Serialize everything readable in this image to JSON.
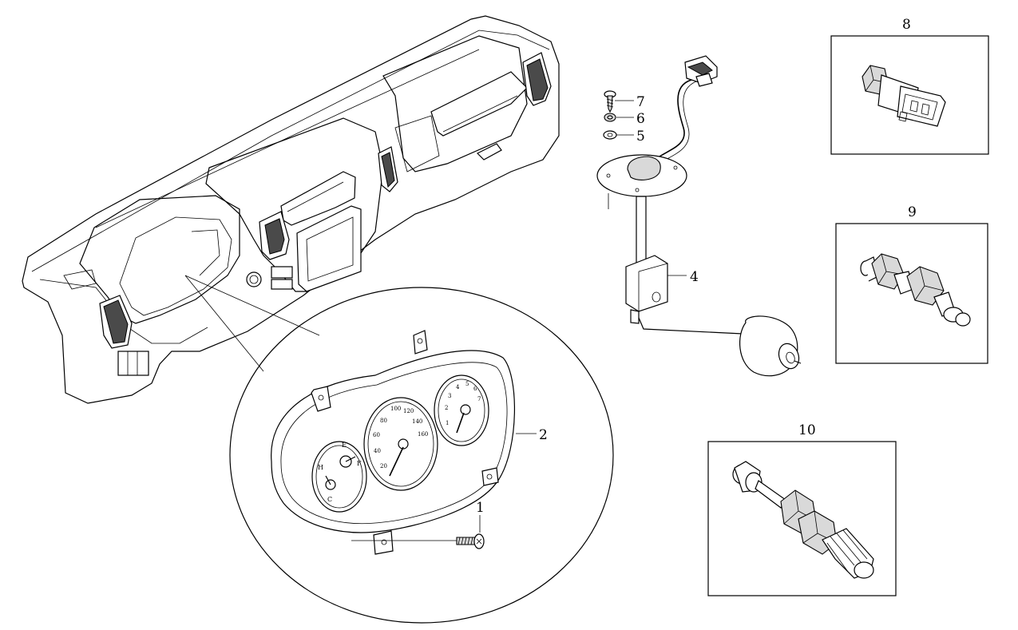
{
  "callouts": {
    "c1": "1",
    "c2": "2",
    "c4": "4",
    "c5": "5",
    "c6": "6",
    "c7": "7",
    "c8": "8",
    "c9": "9",
    "c10": "10"
  },
  "gauges": {
    "speed_ticks": [
      "20",
      "40",
      "60",
      "80",
      "100",
      "120",
      "140",
      "160"
    ],
    "tacho_ticks": [
      "1",
      "2",
      "3",
      "4",
      "5",
      "6",
      "7"
    ],
    "fuel_full": "F",
    "fuel_empty": "E",
    "temp_hot": "H",
    "temp_cold": "C"
  }
}
